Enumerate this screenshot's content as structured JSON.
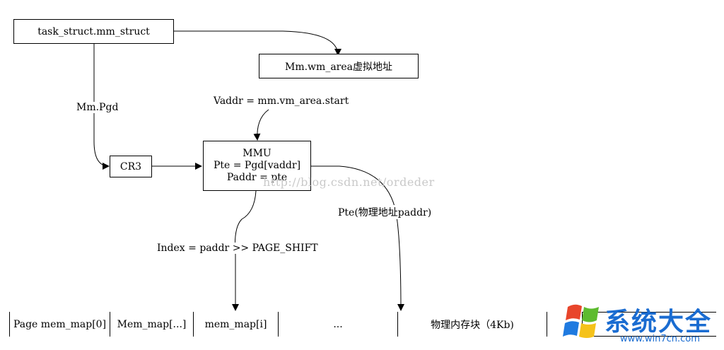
{
  "nodes": {
    "task_struct": "task_struct.mm_struct",
    "vm_area": "Mm.wm_area虚拟地址",
    "cr3": "CR3",
    "mmu_title": "MMU",
    "mmu_line1": "Pte = Pgd[vaddr]",
    "mmu_line2": "Paddr = pte"
  },
  "edges": {
    "mm_pgd": "Mm.Pgd",
    "vaddr": "Vaddr = mm.vm_area.start",
    "pte_paddr": "Pte(物理地址paddr)",
    "index": "Index = paddr >> PAGE_SHIFT"
  },
  "memory_row": [
    "Page mem_map[0]",
    "Mem_map[...]",
    "mem_map[i]",
    "...",
    "物理内存块（4Kb)",
    ""
  ],
  "watermark": "http://blog.csdn.net/ordeder",
  "logo": {
    "text": "系统大全",
    "url": "www.win7cn.com"
  }
}
